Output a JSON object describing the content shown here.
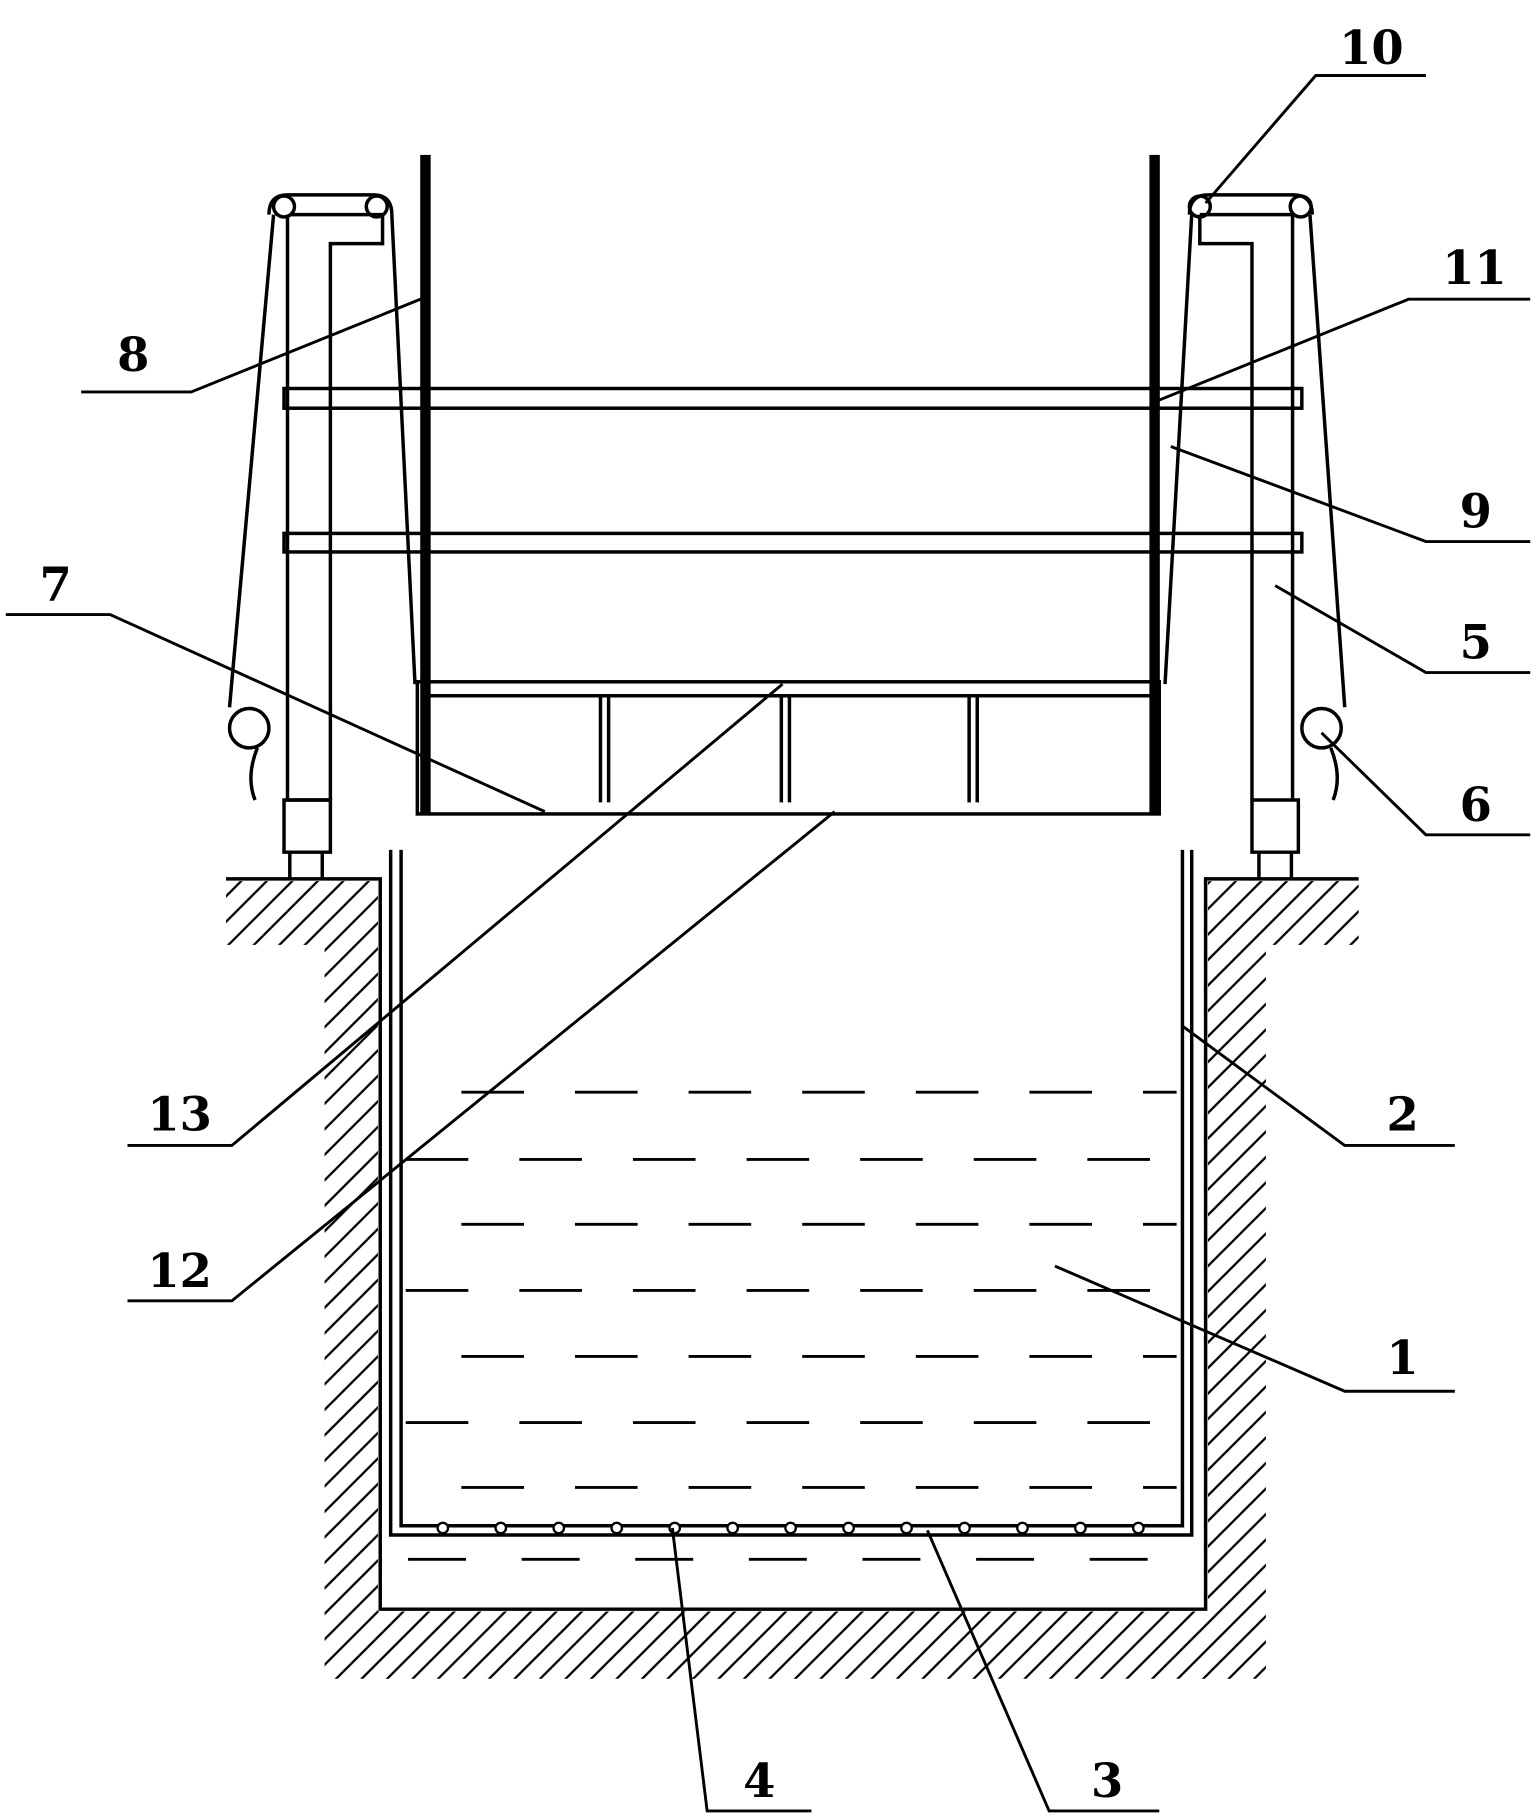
{
  "figure": {
    "labels": [
      {
        "id": "1",
        "text": "1"
      },
      {
        "id": "2",
        "text": "2"
      },
      {
        "id": "3",
        "text": "3"
      },
      {
        "id": "4",
        "text": "4"
      },
      {
        "id": "5",
        "text": "5"
      },
      {
        "id": "6",
        "text": "6"
      },
      {
        "id": "7",
        "text": "7"
      },
      {
        "id": "8",
        "text": "8"
      },
      {
        "id": "9",
        "text": "9"
      },
      {
        "id": "10",
        "text": "10"
      },
      {
        "id": "11",
        "text": "11"
      },
      {
        "id": "12",
        "text": "12"
      },
      {
        "id": "13",
        "text": "13"
      }
    ],
    "colors": {
      "ink": "#000000",
      "background": "#ffffff"
    }
  }
}
